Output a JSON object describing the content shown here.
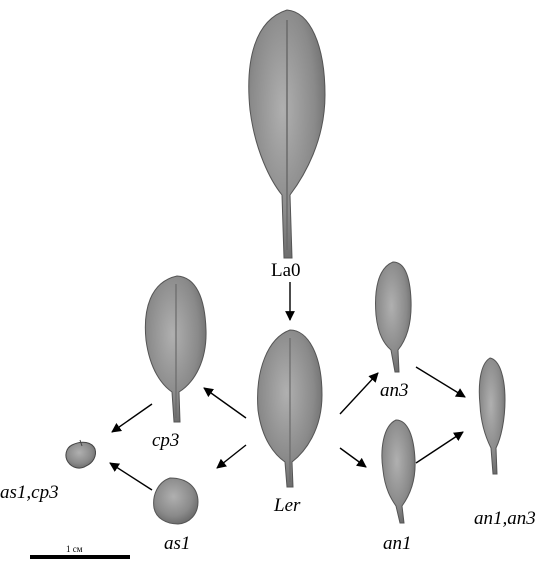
{
  "figure": {
    "labels": {
      "la0": "La0",
      "ler": "Ler",
      "cp3": "cp3",
      "an3": "an3",
      "an1": "an1",
      "as1": "as1",
      "as1_cp3": "as1,cp3",
      "an1_an3": "an1,an3"
    },
    "scale_bar": {
      "label": "1 см"
    },
    "colors": {
      "leaf_fill": "#8c8c8c",
      "leaf_dark": "#5a5a5a",
      "leaf_light": "#b9b9b9",
      "arrow": "#000000"
    }
  }
}
